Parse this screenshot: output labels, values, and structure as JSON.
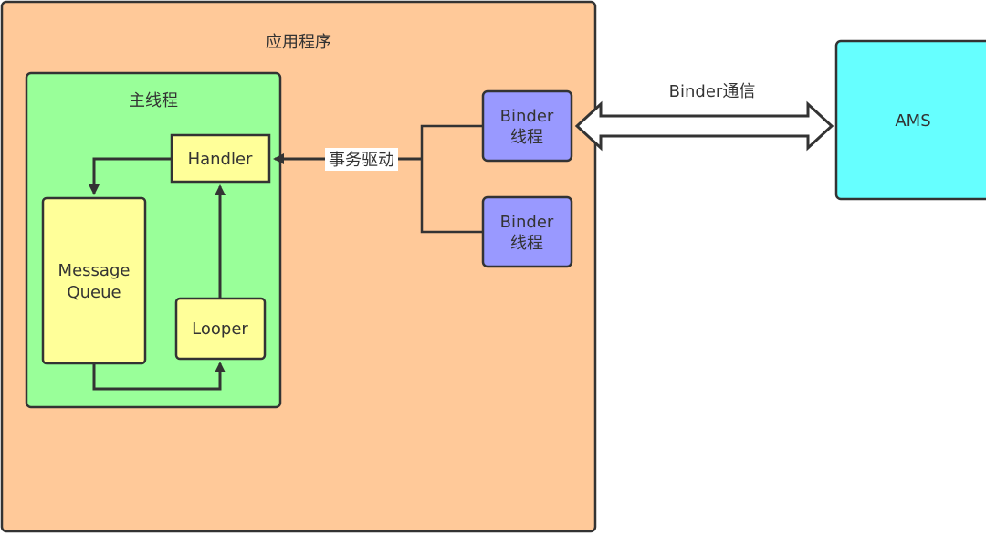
{
  "app": {
    "label": "应用程序"
  },
  "main_thread": {
    "label": "主线程"
  },
  "nodes": {
    "handler": "Handler",
    "message_queue_line1": "Message",
    "message_queue_line2": "Queue",
    "looper": "Looper",
    "binder_thread_1_line1": "Binder",
    "binder_thread_1_line2": "线程",
    "binder_thread_2_line1": "Binder",
    "binder_thread_2_line2": "线程",
    "ams": "AMS"
  },
  "edges": {
    "transaction_drive": "事务驱动",
    "binder_communication": "Binder通信"
  },
  "colors": {
    "app_fill": "#ffc999",
    "main_thread_fill": "#99ff99",
    "component_fill": "#ffff99",
    "binder_fill": "#9999ff",
    "ams_fill": "#66ffff",
    "stroke": "#333333"
  }
}
